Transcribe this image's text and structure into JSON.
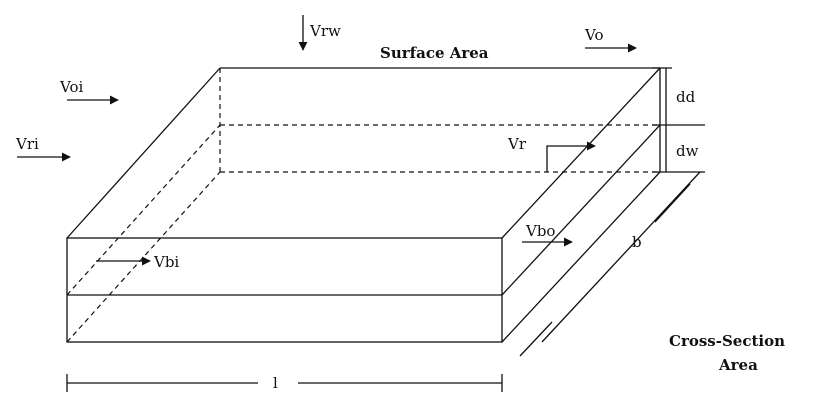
{
  "labels": {
    "vrw": "Vrw",
    "surface_area": "Surface Area",
    "vo": "Vo",
    "voi": "Voi",
    "vri": "Vri",
    "dd": "dd",
    "dw": "dw",
    "vr": "Vr",
    "vbo": "Vbo",
    "vbi": "Vbi",
    "b": "b",
    "l": "l",
    "cross_section_line1": "Cross-Section",
    "cross_section_line2": "Area"
  },
  "colors": {
    "stroke": "#111111",
    "background": "#ffffff"
  }
}
